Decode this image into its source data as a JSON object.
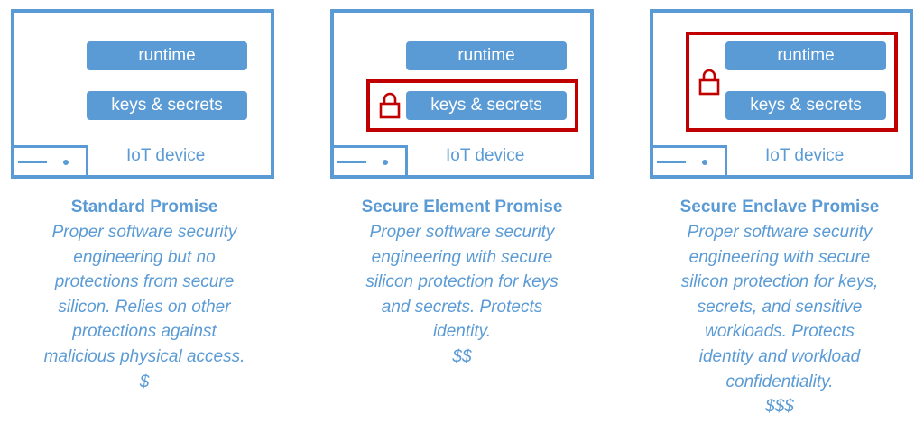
{
  "panels": [
    {
      "runtime_label": "runtime",
      "keys_label": "keys & secrets",
      "device_label": "IoT device",
      "title": "Standard Promise",
      "description_lines": [
        "Proper software security",
        "engineering but no",
        "protections from secure",
        "silicon. Relies on other",
        "protections against",
        "malicious physical access."
      ],
      "price": "$",
      "protected": "none"
    },
    {
      "runtime_label": "runtime",
      "keys_label": "keys & secrets",
      "device_label": "IoT device",
      "title": "Secure Element Promise",
      "description_lines": [
        "Proper software security",
        "engineering with secure",
        "silicon protection for keys",
        "and secrets.  Protects",
        "identity."
      ],
      "price": "$$",
      "protected": "keys & secrets"
    },
    {
      "runtime_label": "runtime",
      "keys_label": "keys & secrets",
      "device_label": "IoT device",
      "title": "Secure Enclave Promise",
      "description_lines": [
        "Proper software security",
        "engineering with secure",
        "silicon protection for keys,",
        "secrets, and sensitive",
        "workloads. Protects",
        "identity and workload",
        "confidentiality."
      ],
      "price": "$$$",
      "protected": "runtime and keys & secrets"
    }
  ],
  "colors": {
    "device_blue": "#5b9bd5",
    "protection_red": "#c00000",
    "background": "#ffffff"
  },
  "icons": {
    "protection": "lock-icon",
    "hardware": "drive-icon"
  }
}
